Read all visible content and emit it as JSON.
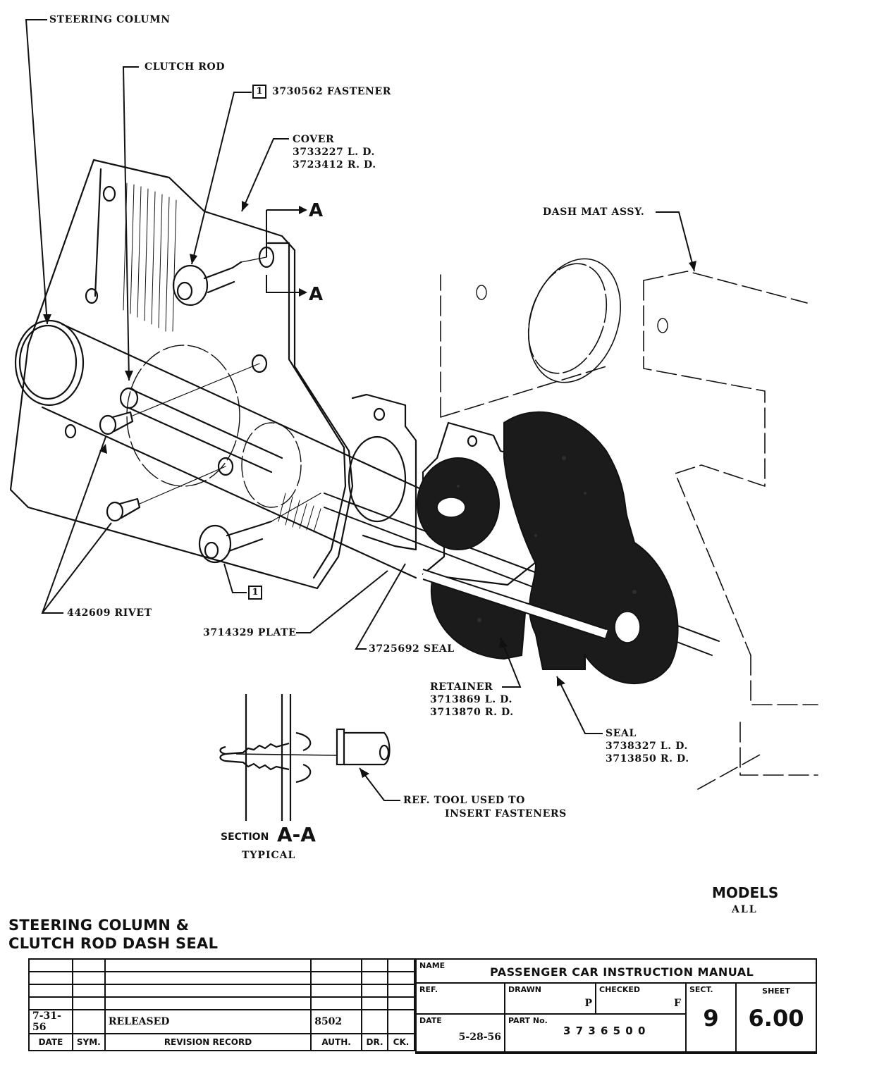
{
  "labels": {
    "steering_column": "STEERING COLUMN",
    "clutch_rod": "CLUTCH ROD",
    "fastener_ref": "1",
    "fastener": "3730562 FASTENER",
    "cover": [
      "COVER",
      "3733227  L. D.",
      "3723412  R. D."
    ],
    "section_marker": "A",
    "dash_mat": "DASH MAT ASSY.",
    "rivet": "442609 RIVET",
    "plate": "3714329 PLATE",
    "seal_small": "3725692 SEAL",
    "retainer": [
      "RETAINER",
      "3713869  L. D.",
      "3713870  R. D."
    ],
    "seal_large": [
      "SEAL",
      "3738327  L. D.",
      "3713850  R. D."
    ],
    "ref_tool": [
      "REF.  TOOL USED TO",
      "INSERT FASTENERS"
    ]
  },
  "section_view": {
    "word": "SECTION",
    "id": "A-A",
    "note": "TYPICAL"
  },
  "models": {
    "heading": "MODELS",
    "value": "ALL"
  },
  "title": [
    "STEERING COLUMN &",
    "CLUTCH ROD DASH SEAL"
  ],
  "revision_record": {
    "headers": [
      "DATE",
      "SYM.",
      "REVISION RECORD",
      "AUTH.",
      "DR.",
      "CK."
    ],
    "rows": [
      [
        "",
        "",
        "",
        "",
        "",
        ""
      ],
      [
        "",
        "",
        "",
        "",
        "",
        ""
      ],
      [
        "",
        "",
        "",
        "",
        "",
        ""
      ],
      [
        "",
        "",
        "",
        "",
        "",
        ""
      ],
      [
        "7-31-56",
        "",
        "RELEASED",
        "8502",
        "",
        ""
      ]
    ]
  },
  "info_block": {
    "name_caption": "NAME",
    "name_value": "PASSENGER CAR INSTRUCTION MANUAL",
    "ref_caption": "REF.",
    "ref_value": "",
    "drawn_caption": "DRAWN",
    "drawn_value": "P",
    "checked_caption": "CHECKED",
    "checked_value": "F",
    "sect_caption": "SECT.",
    "sect_value": "9",
    "sheet_caption": "SHEET",
    "sheet_value": "6.00",
    "date_caption": "DATE",
    "date_value": "5-28-56",
    "part_caption": "PART No.",
    "part_value": "3 7 3 6 5 0 0"
  }
}
